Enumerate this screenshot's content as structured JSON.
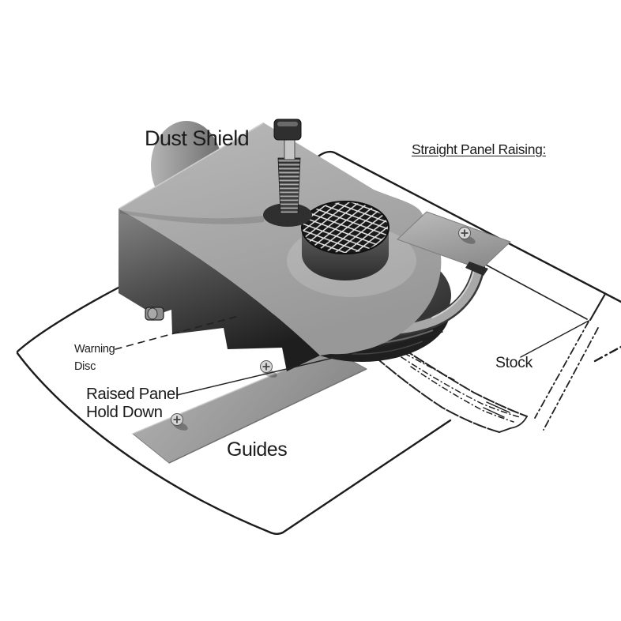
{
  "figure": {
    "heading": "Straight Panel Raising:",
    "labels": {
      "dust_shield": "Dust Shield",
      "warning_disc": "Warning\nDisc",
      "raised_panel_hold_down": "Raised Panel\nHold Down",
      "guides": "Guides",
      "stock": "Stock"
    },
    "illustration_parts": [
      "dust-shield-housing",
      "spindle-with-spring",
      "panel-raising-cutter",
      "cutter-head-disc",
      "hold-down-strap",
      "left-guide-bar",
      "right-guide-plate",
      "table-outline",
      "stock-board-sketch"
    ],
    "colors": {
      "ink": "#1c1c1c",
      "paper": "#ffffff",
      "shield_top": "#a9a9a9",
      "shield_front": "#303030",
      "metal_guide": "#9c9c9c",
      "cutter_dark": "#2d2d2d",
      "screw_head": "#d6d6d6",
      "mesh_bg": "#191919",
      "mesh_line": "#eaeaea"
    }
  }
}
